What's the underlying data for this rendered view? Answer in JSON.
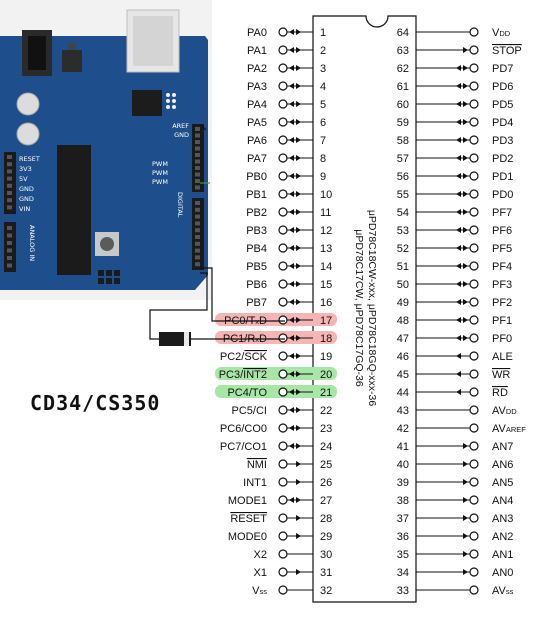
{
  "title": "CD34/CS350",
  "chip": {
    "part_numbers": [
      "μPD78C17CW,  μPD78C17GQ-36",
      "μPD78C18CW-xxx, μPD78C18GQ-xxx-36"
    ]
  },
  "left_pins": [
    {
      "label": "PA0",
      "num": "1",
      "dir": "bi"
    },
    {
      "label": "PA1",
      "num": "2",
      "dir": "bi"
    },
    {
      "label": "PA2",
      "num": "3",
      "dir": "bi"
    },
    {
      "label": "PA3",
      "num": "4",
      "dir": "bi"
    },
    {
      "label": "PA4",
      "num": "5",
      "dir": "bi"
    },
    {
      "label": "PA5",
      "num": "6",
      "dir": "bi"
    },
    {
      "label": "PA6",
      "num": "7",
      "dir": "bi"
    },
    {
      "label": "PA7",
      "num": "8",
      "dir": "bi"
    },
    {
      "label": "PB0",
      "num": "9",
      "dir": "bi"
    },
    {
      "label": "PB1",
      "num": "10",
      "dir": "bi"
    },
    {
      "label": "PB2",
      "num": "11",
      "dir": "bi"
    },
    {
      "label": "PB3",
      "num": "12",
      "dir": "bi"
    },
    {
      "label": "PB4",
      "num": "13",
      "dir": "bi"
    },
    {
      "label": "PB5",
      "num": "14",
      "dir": "bi"
    },
    {
      "label": "PB6",
      "num": "15",
      "dir": "bi"
    },
    {
      "label": "PB7",
      "num": "16",
      "dir": "bi"
    },
    {
      "label": "PC0/TxD",
      "num": "17",
      "dir": "bi",
      "highlight": "#f5b5b5"
    },
    {
      "label": "PC1/RxD",
      "num": "18",
      "dir": "bi",
      "highlight": "#f5b5b5"
    },
    {
      "label": "PC2/SCK",
      "num": "19",
      "dir": "bi"
    },
    {
      "label": "PC3/INT2",
      "num": "20",
      "dir": "bi",
      "highlight": "#a8e6a8"
    },
    {
      "label": "PC4/TO",
      "num": "21",
      "dir": "bi",
      "highlight": "#a8e6a8"
    },
    {
      "label": "PC5/CI",
      "num": "22",
      "dir": "bi"
    },
    {
      "label": "PC6/CO0",
      "num": "23",
      "dir": "bi"
    },
    {
      "label": "PC7/CO1",
      "num": "24",
      "dir": "bi"
    },
    {
      "label": "NMI",
      "num": "25",
      "dir": "in"
    },
    {
      "label": "INT1",
      "num": "26",
      "dir": "in"
    },
    {
      "label": "MODE1",
      "num": "27",
      "dir": "bi"
    },
    {
      "label": "RESET",
      "num": "28",
      "dir": "in"
    },
    {
      "label": "MODE0",
      "num": "29",
      "dir": "in"
    },
    {
      "label": "X2",
      "num": "30",
      "dir": "none"
    },
    {
      "label": "X1",
      "num": "31",
      "dir": "in"
    },
    {
      "label": "Vss",
      "num": "32",
      "dir": "none"
    }
  ],
  "right_pins": [
    {
      "label": "VDD",
      "num": "64",
      "dir": "none"
    },
    {
      "label": "STOP",
      "num": "63",
      "dir": "in"
    },
    {
      "label": "PD7",
      "num": "62",
      "dir": "bi"
    },
    {
      "label": "PD6",
      "num": "61",
      "dir": "bi"
    },
    {
      "label": "PD5",
      "num": "60",
      "dir": "bi"
    },
    {
      "label": "PD4",
      "num": "59",
      "dir": "bi"
    },
    {
      "label": "PD3",
      "num": "58",
      "dir": "bi"
    },
    {
      "label": "PD2",
      "num": "57",
      "dir": "bi"
    },
    {
      "label": "PD1",
      "num": "56",
      "dir": "bi"
    },
    {
      "label": "PD0",
      "num": "55",
      "dir": "bi"
    },
    {
      "label": "PF7",
      "num": "54",
      "dir": "bi"
    },
    {
      "label": "PF6",
      "num": "53",
      "dir": "bi"
    },
    {
      "label": "PF5",
      "num": "52",
      "dir": "bi"
    },
    {
      "label": "PF4",
      "num": "51",
      "dir": "bi"
    },
    {
      "label": "PF3",
      "num": "50",
      "dir": "bi"
    },
    {
      "label": "PF2",
      "num": "49",
      "dir": "bi"
    },
    {
      "label": "PF1",
      "num": "48",
      "dir": "bi"
    },
    {
      "label": "PF0",
      "num": "47",
      "dir": "bi"
    },
    {
      "label": "ALE",
      "num": "46",
      "dir": "out"
    },
    {
      "label": "WR",
      "num": "45",
      "dir": "out"
    },
    {
      "label": "RD",
      "num": "44",
      "dir": "out"
    },
    {
      "label": "AVDD",
      "num": "43",
      "dir": "none"
    },
    {
      "label": "AVAREF",
      "num": "42",
      "dir": "none"
    },
    {
      "label": "AN7",
      "num": "41",
      "dir": "in"
    },
    {
      "label": "AN6",
      "num": "40",
      "dir": "in"
    },
    {
      "label": "AN5",
      "num": "39",
      "dir": "in"
    },
    {
      "label": "AN4",
      "num": "38",
      "dir": "in"
    },
    {
      "label": "AN3",
      "num": "37",
      "dir": "in"
    },
    {
      "label": "AN2",
      "num": "36",
      "dir": "in"
    },
    {
      "label": "AN1",
      "num": "35",
      "dir": "in"
    },
    {
      "label": "AN0",
      "num": "34",
      "dir": "in"
    },
    {
      "label": "AVss",
      "num": "33",
      "dir": "none"
    }
  ],
  "board": {
    "labels_left": [
      "RESET",
      "3V3",
      "5V",
      "GND",
      "GND",
      "VIN"
    ],
    "labels_right": [
      "AREF",
      "GND"
    ],
    "pwm_labels": [
      "PWM",
      "PWM",
      "PWM"
    ],
    "digital_label": "DIGITAL",
    "analog_label": "ANALOG IN"
  },
  "colors": {
    "board": "#1f4e8c",
    "board_dark": "#163a69",
    "header": "#1a1a1a",
    "highlight_red": "#f5b5b5",
    "highlight_green": "#a8e6a8"
  }
}
